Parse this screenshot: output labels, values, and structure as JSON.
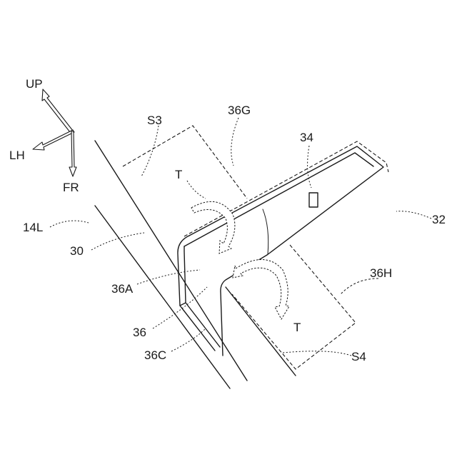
{
  "labels": {
    "up": "UP",
    "lh": "LH",
    "fr": "FR",
    "s3": "S3",
    "g36": "36G",
    "n34": "34",
    "t_top": "T",
    "n14l": "14L",
    "n32": "32",
    "n30": "30",
    "h36": "36H",
    "a36": "36A",
    "n36": "36",
    "t_bottom": "T",
    "c36": "36C",
    "s4": "S4"
  }
}
